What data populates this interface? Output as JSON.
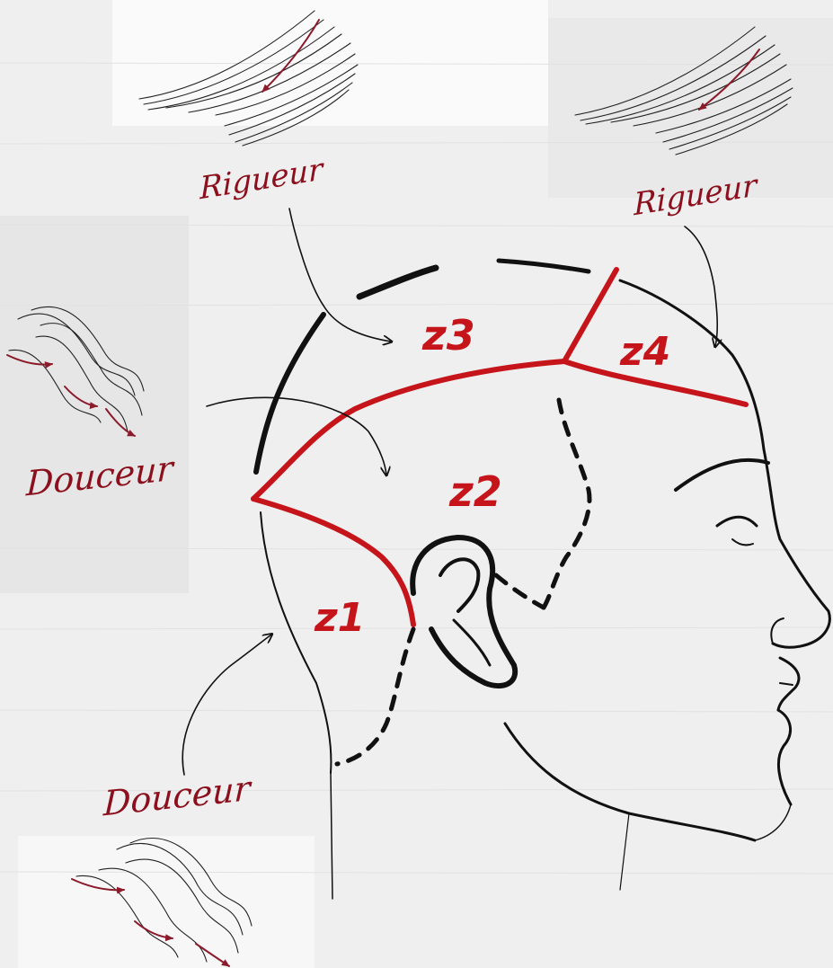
{
  "labels": {
    "rigueur_top": "Rigueur",
    "rigueur_right": "Rigueur",
    "douceur_left": "Douceur",
    "douceur_bottom": "Douceur"
  },
  "zones": {
    "z1": "z1",
    "z2": "z2",
    "z3": "z3",
    "z4": "z4"
  },
  "icons": [
    "straight-hair-icon",
    "wavy-hair-icon",
    "head-profile-icon",
    "ear-icon"
  ],
  "colors": {
    "label": "#8b0f1c",
    "zone_lines": "#c6141b",
    "ink": "#111111",
    "paper": "#f1f1f1"
  }
}
